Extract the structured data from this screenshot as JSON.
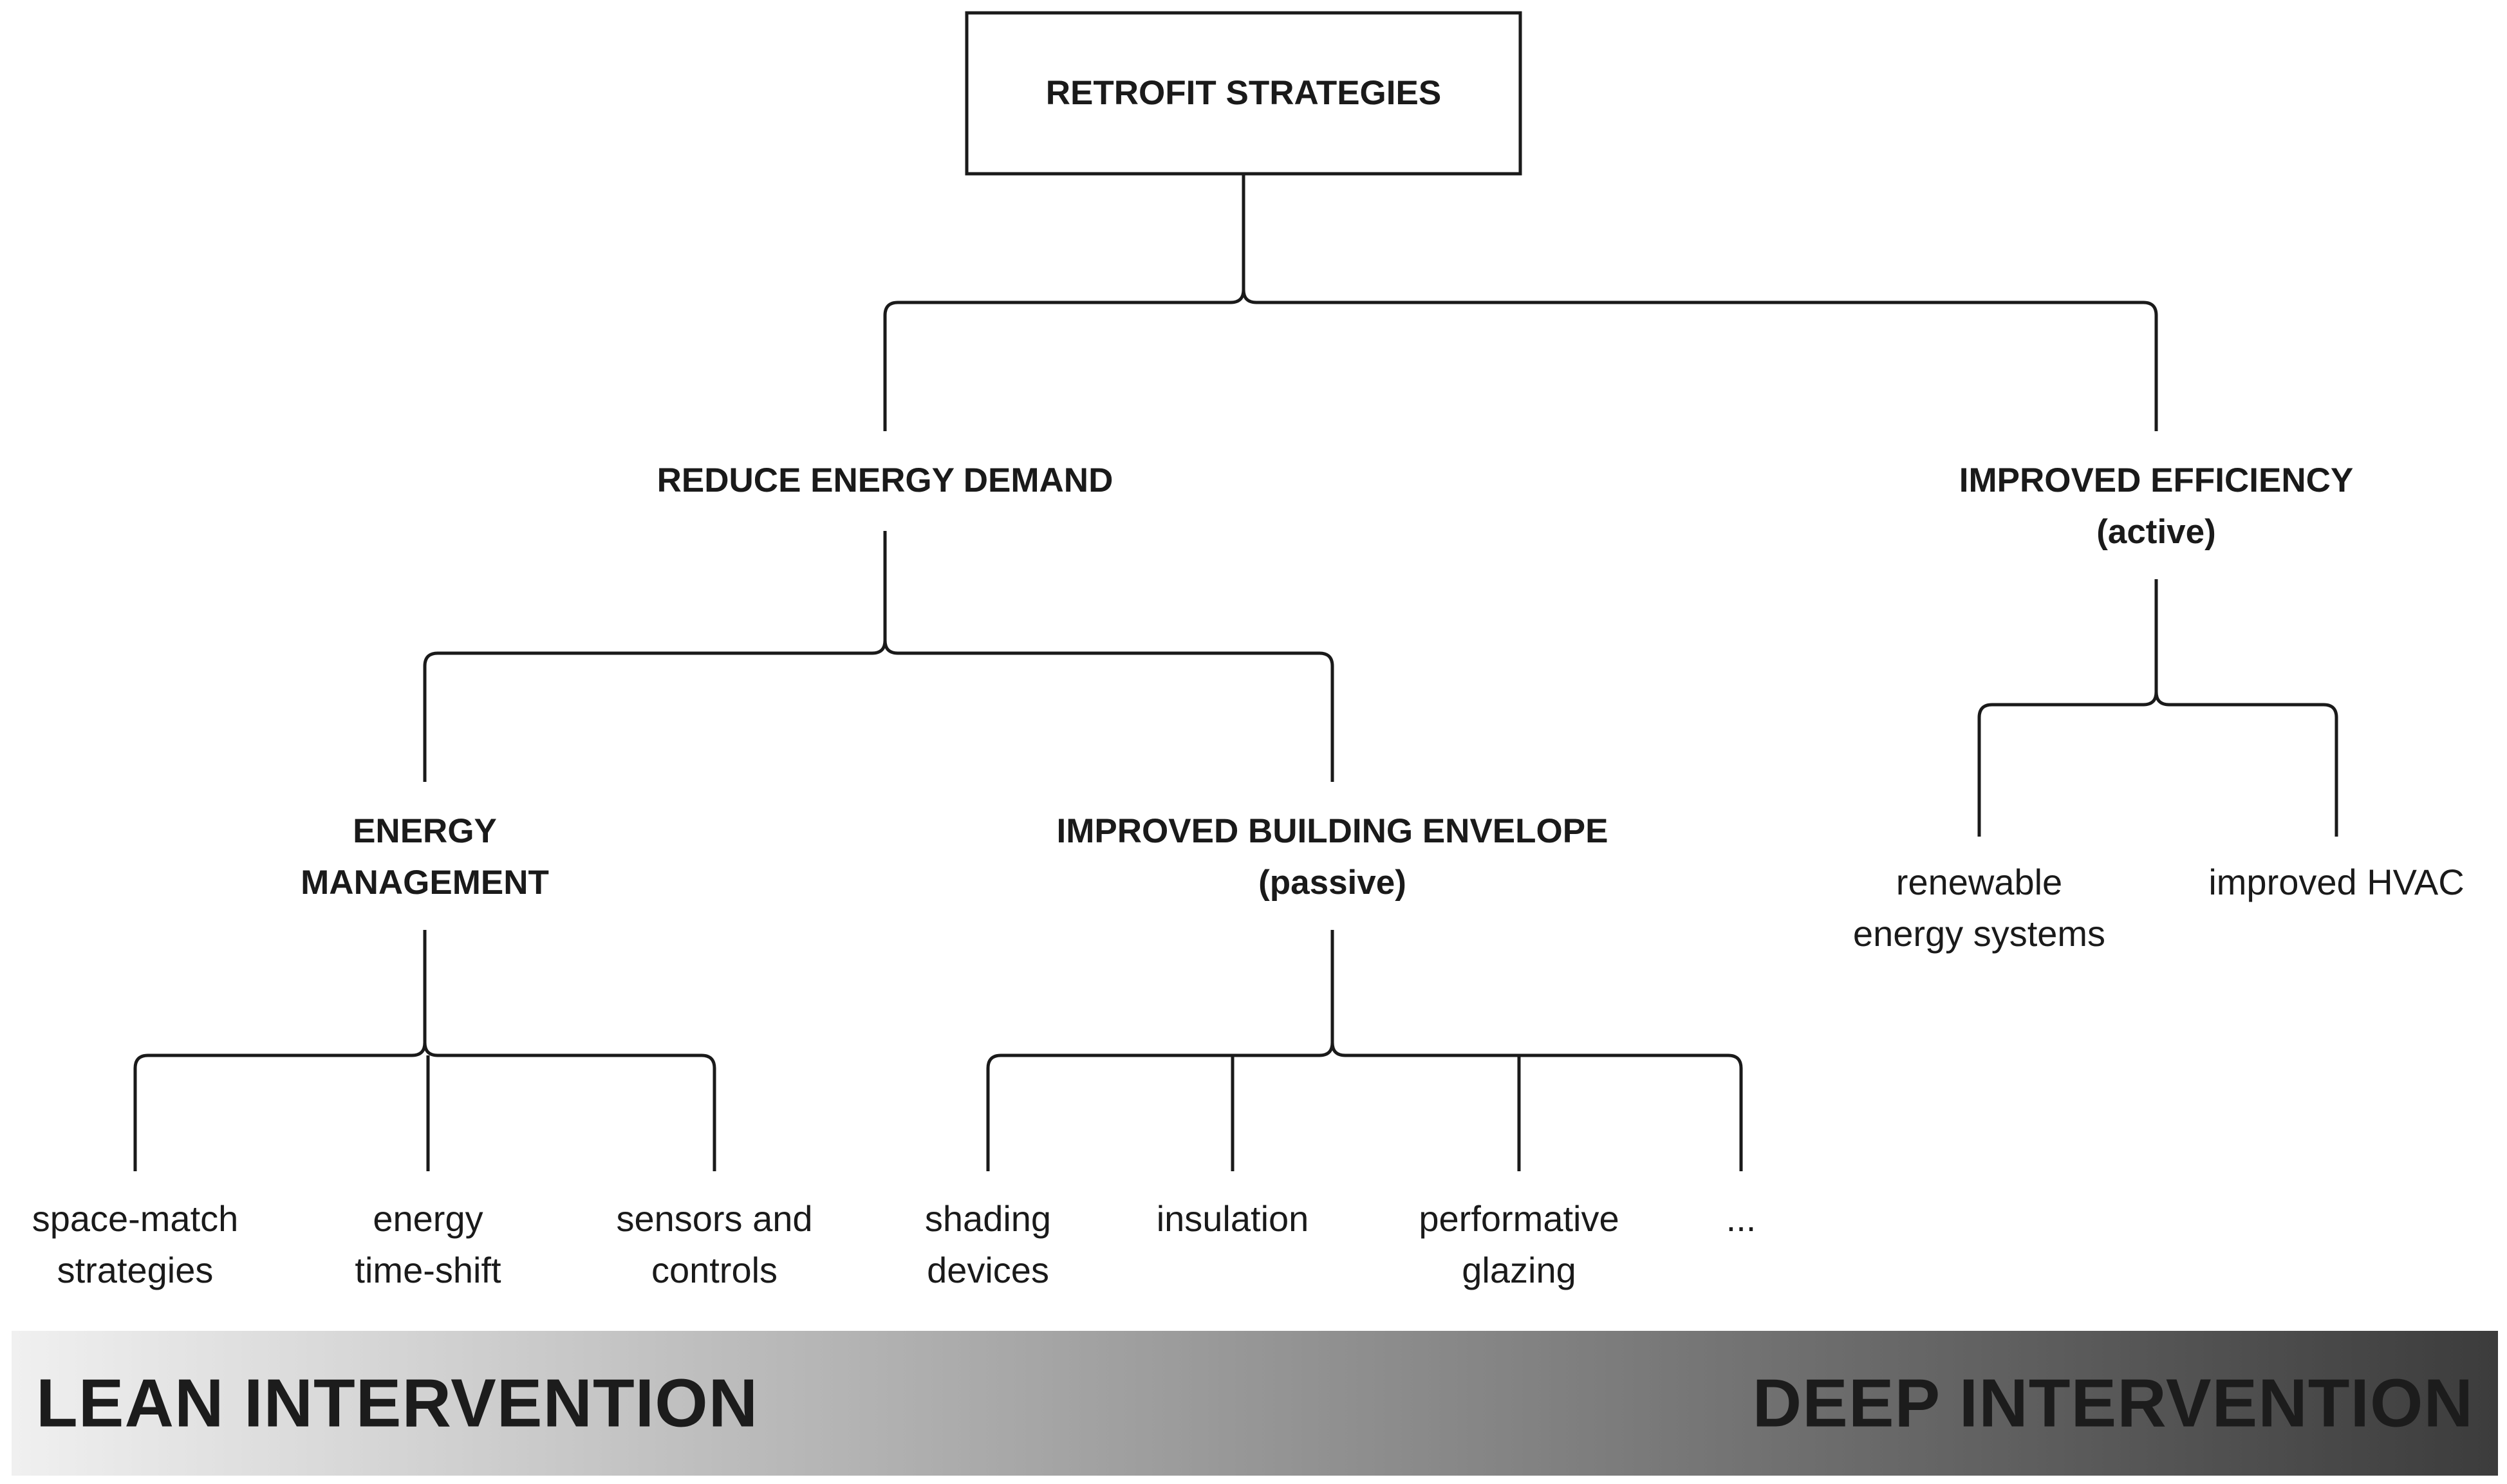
{
  "root": {
    "label": "RETROFIT STRATEGIES"
  },
  "branches": {
    "demand": {
      "label": "REDUCE ENERGY DEMAND"
    },
    "efficiency": {
      "line1": "IMPROVED EFFICIENCY",
      "line2": "(active)"
    }
  },
  "groups": {
    "management": {
      "line1": "ENERGY",
      "line2": "MANAGEMENT"
    },
    "envelope": {
      "line1": "IMPROVED BUILDING ENVELOPE",
      "line2": "(passive)"
    }
  },
  "leaves": {
    "space_match": {
      "line1": "space-match",
      "line2": "strategies"
    },
    "time_shift": {
      "line1": "energy",
      "line2": "time-shift"
    },
    "sensors": {
      "line1": "sensors and",
      "line2": "controls"
    },
    "shading": {
      "line1": "shading",
      "line2": "devices"
    },
    "insulation": {
      "line1": "insulation"
    },
    "glazing": {
      "line1": "performative",
      "line2": "glazing"
    },
    "more": {
      "line1": "..."
    },
    "renewable": {
      "line1": "renewable",
      "line2": "energy systems"
    },
    "hvac": {
      "line1": "improved HVAC"
    }
  },
  "scale": {
    "left_label": "LEAN INTERVENTION",
    "right_label": "DEEP INTERVENTION",
    "gradient_from": "#f0f0f0",
    "gradient_to": "#3c3c3c"
  }
}
